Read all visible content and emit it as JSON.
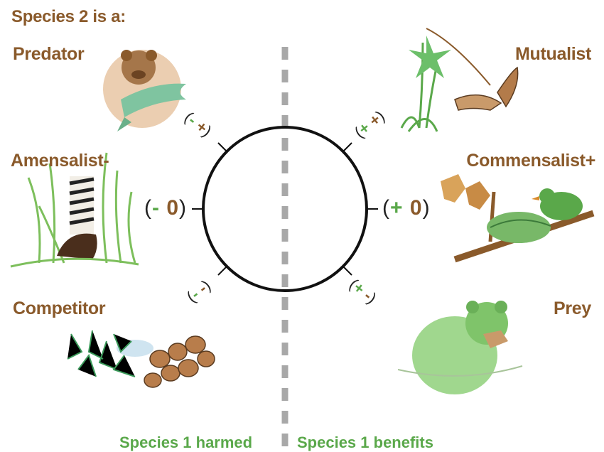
{
  "header": {
    "title": "Species 2 is a:"
  },
  "left_labels": {
    "predator": "Predator",
    "amensalist": "Amensalist-",
    "competitor": "Competitor"
  },
  "right_labels": {
    "mutualist": "Mutualist",
    "commensalist": "Commensalist+",
    "prey": "Prey"
  },
  "pairs": {
    "left_mid": {
      "a": "-",
      "b": "0"
    },
    "right_mid": {
      "a": "+",
      "b": "0"
    },
    "top_left": {
      "a": "-",
      "b": "+"
    },
    "top_right": {
      "a": "+",
      "b": "+"
    },
    "bottom_left": {
      "a": "-",
      "b": "-"
    },
    "bottom_right": {
      "a": "+",
      "b": "-"
    }
  },
  "footer": {
    "harmed": "Species 1 harmed",
    "benefits": "Species 1 benefits"
  },
  "colors": {
    "label_brown": "#8a5a2b",
    "benefit_green": "#5aa84a",
    "divider_gray": "#a8a8a8"
  },
  "illustrations": [
    "bear-with-fish-icon",
    "zebra-leg-in-grass-icon",
    "sea-anemones-icon",
    "orchid-and-moth-icon",
    "bird-on-nest-icon",
    "mossy-bear-cub-icon"
  ]
}
